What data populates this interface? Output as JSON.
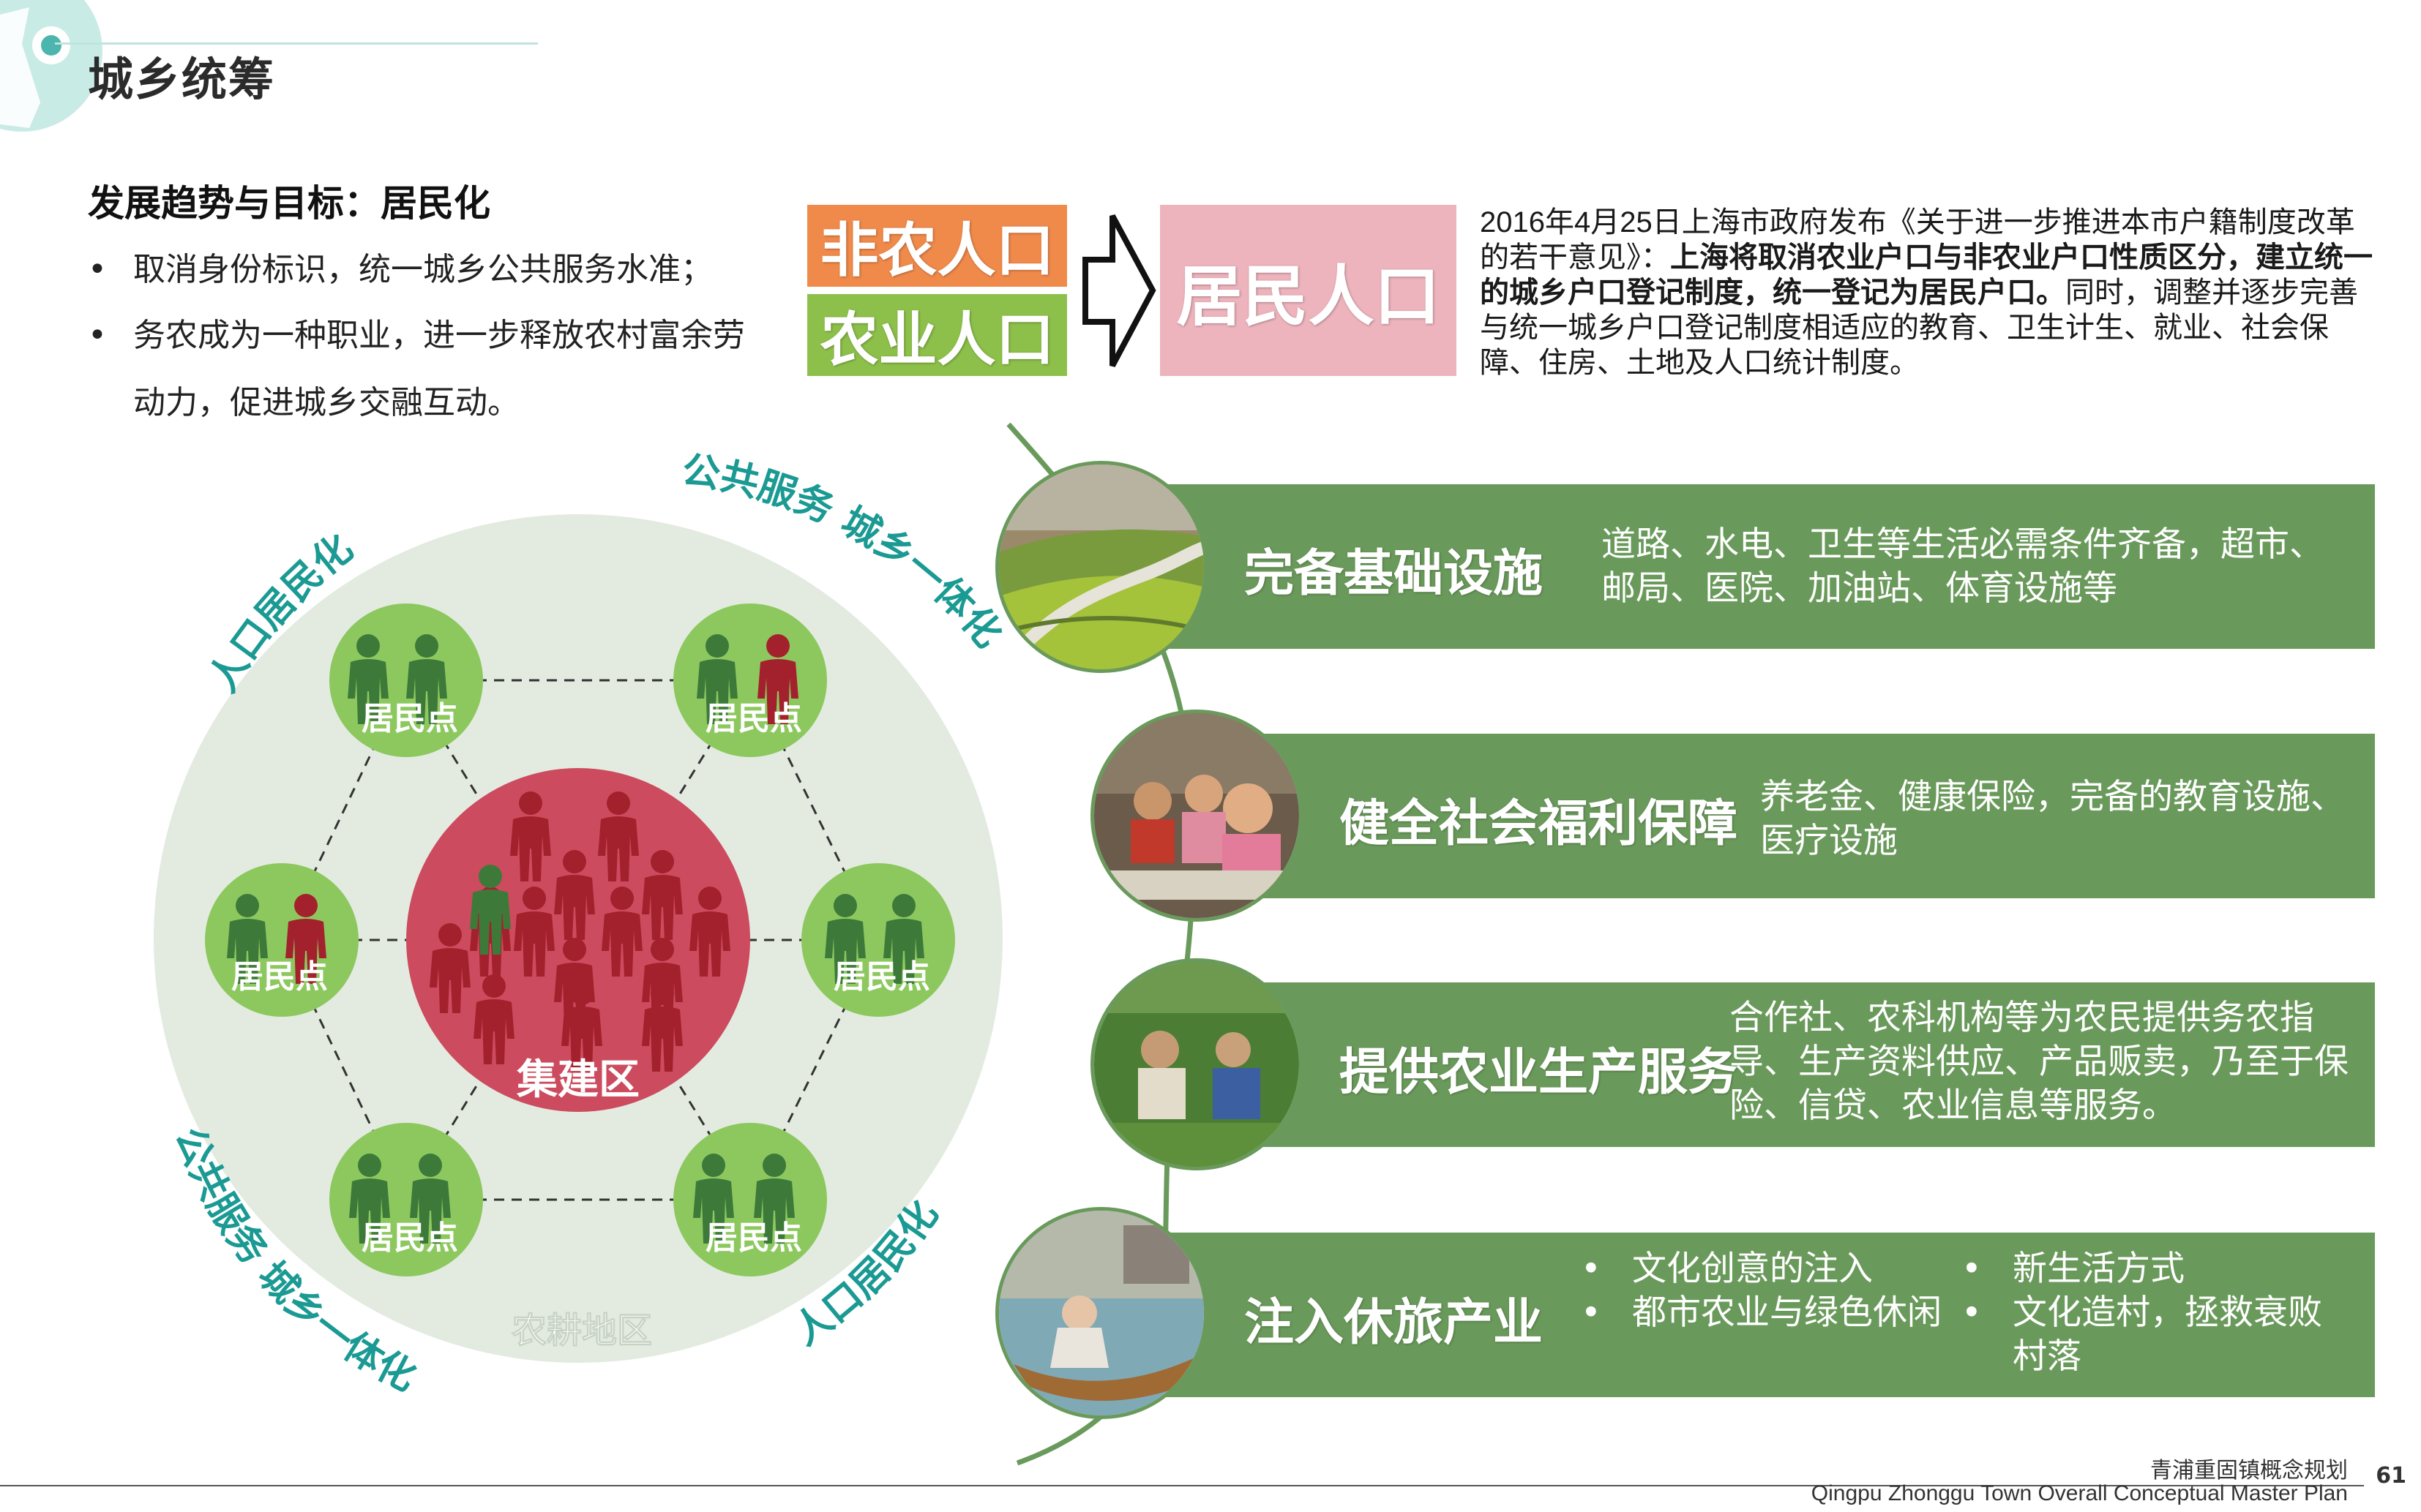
{
  "header": {
    "title": "城乡统筹"
  },
  "left": {
    "heading": "发展趋势与目标：居民化",
    "bullets": [
      {
        "marker": "•",
        "text": "取消身份标识，统一城乡公共服务水准；"
      },
      {
        "marker": "•",
        "text": "务农成为一种职业，进一步释放农村富余劳",
        "cont": "动力，促进城乡交融互动。"
      }
    ]
  },
  "transform": {
    "box1": "非农人口",
    "box2": "农业人口",
    "result": "居民人口",
    "colors": {
      "orange": "#f08a4b",
      "green": "#8dc04a",
      "pink": "#eeb4bd"
    }
  },
  "policy": {
    "p1": "2016年4月25日上海市政府发布《关于进一步推进本市户籍制度改革的若干意见》：",
    "bold": "上海将取消农业户口与非农业户口性质区分，建立统一的城乡户口登记制度，统一登记为居民户口。",
    "p2": "同时，调整并逐步完善与统一城乡户口登记制度相适应的教育、卫生计生、就业、社会保障、住房、土地及人口统计制度。"
  },
  "diagram": {
    "arc_labels": [
      "人口居民化",
      "公共服务 城乡一体化",
      "公共服务 城乡一体化",
      "人口居民化"
    ],
    "node_label": "居民点",
    "center_label": "集建区",
    "outer_label": "农耕地区",
    "colors": {
      "outer": "#e3ebe1",
      "node": "#8dc85f",
      "center": "#cc4b5e",
      "figure_green": "#3d7a3a",
      "figure_red": "#a3212d",
      "arc_text": "#1a9a93"
    }
  },
  "features": [
    {
      "title": "完备基础设施",
      "desc": "道路、水电、卫生等生活必需条件齐备，超市、邮局、医院、加油站、体育设施等",
      "photo": "terraced-road-photo"
    },
    {
      "title": "健全社会福利保障",
      "desc": "养老金、健康保险，完备的教育设施、医疗设施",
      "photo": "school-children-photo"
    },
    {
      "title": "提供农业生产服务",
      "desc": "合作社、农科机构等为农民提供务农指导、生产资料供应、产品贩卖，乃至于保险、信贷、农业信息等服务。",
      "photo": "field-workers-photo"
    },
    {
      "title": "注入休旅产业",
      "items": [
        "文化创意的注入",
        "都市农业与绿色休闲",
        "新生活方式",
        "文化造村，拯救衰败村落"
      ],
      "photo": "boat-woman-photo"
    }
  ],
  "footer": {
    "cn": "青浦重固镇概念规划",
    "en": "Qingpu Zhonggu Town Overall Conceptual Master Plan",
    "page": "61"
  }
}
